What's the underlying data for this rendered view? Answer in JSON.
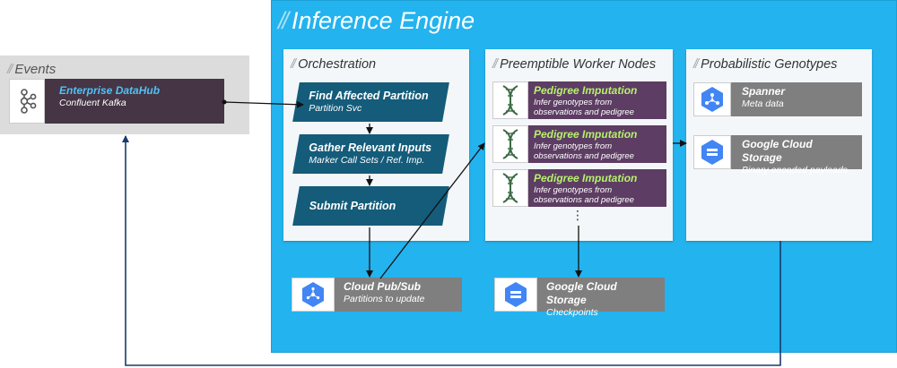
{
  "events": {
    "title": "Events",
    "datahub": {
      "title": "Enterprise DataHub",
      "subtitle": "Confluent Kafka",
      "icon": "kafka-icon"
    }
  },
  "engine": {
    "title": "Inference Engine",
    "orchestration": {
      "title": "Orchestration",
      "steps": [
        {
          "title": "Find Affected Partition",
          "subtitle": "Partition Svc"
        },
        {
          "title": "Gather Relevant Inputs",
          "subtitle": "Marker Call Sets / Ref. Imp."
        },
        {
          "title": "Submit Partition",
          "subtitle": ""
        }
      ]
    },
    "workers": {
      "title": "Preemptible Worker Nodes",
      "nodes": [
        {
          "title": "Pedigree Imputation",
          "subtitle": "Infer genotypes from observations and pedigree"
        },
        {
          "title": "Pedigree Imputation",
          "subtitle": "Infer genotypes from observations and pedigree"
        },
        {
          "title": "Pedigree Imputation",
          "subtitle": "Infer genotypes from observations and pedigree"
        }
      ],
      "more": "⋮"
    },
    "genotypes": {
      "title": "Probabilistic Genotypes",
      "spanner": {
        "title": "Spanner",
        "subtitle": "Meta data",
        "icon": "spanner-icon"
      },
      "gcs": {
        "title": "Google Cloud Storage",
        "subtitle": "Binary encoded payloads",
        "icon": "cloud-storage-icon"
      }
    },
    "pubsub": {
      "title": "Cloud Pub/Sub",
      "subtitle": "Partitions to update",
      "icon": "pubsub-icon"
    },
    "checkpoints": {
      "title": "Google Cloud Storage",
      "subtitle": "Checkpoints",
      "icon": "cloud-storage-icon"
    }
  },
  "colors": {
    "engine_bg": "#23b3ef",
    "step_bg": "#145c7a",
    "purple": "#5d3d63",
    "grey": "#7f7f7f",
    "green_title": "#b5f26a",
    "blue_title": "#4fc3f7",
    "gcp_blue": "#4285f4"
  }
}
